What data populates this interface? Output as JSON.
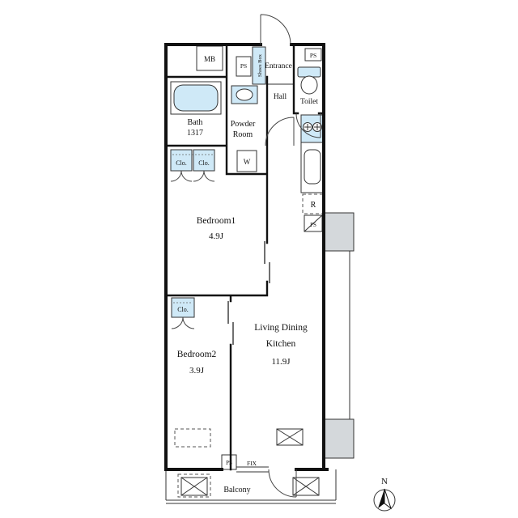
{
  "labels": {
    "mb": "MB",
    "ps": "PS",
    "shoes_box": "Shoes Box",
    "entrance": "Entrance",
    "toilet": "Toilet",
    "hall": "Hall",
    "bath": "Bath",
    "bath_size": "1317",
    "powder_line1": "Powder",
    "powder_line2": "Room",
    "washer": "W",
    "closet": "Clo.",
    "bedroom1": "Bedroom1",
    "bedroom1_size": "4.9J",
    "fridge": "R",
    "bedroom2": "Bedroom2",
    "bedroom2_size": "3.9J",
    "ldk_line1": "Living Dining",
    "ldk_line2": "Kitchen",
    "ldk_size": "11.9J",
    "fix": "FIX",
    "balcony": "Balcony",
    "north": "N"
  },
  "colors": {
    "fixture_fill": "#cfe9f7",
    "pillar_fill": "#d4d8db",
    "wall": "#111111"
  }
}
